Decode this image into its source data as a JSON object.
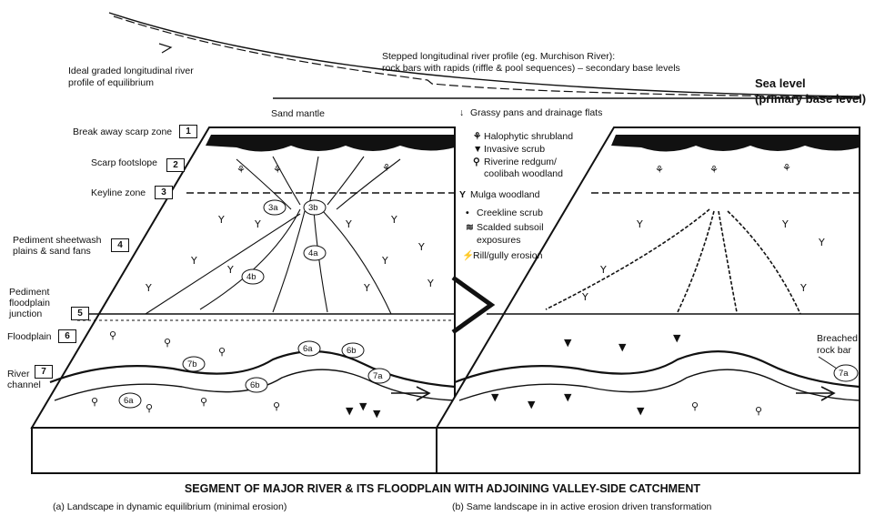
{
  "profile": {
    "stepped_label_1": "Stepped longitudinal river profile (eg. Murchison River):",
    "stepped_label_2": "rock bars with rapids (riffle & pool sequences) – secondary base levels",
    "graded_label_1": "Ideal graded longitudinal river",
    "graded_label_2": "profile of equilibrium",
    "sea_level_1": "Sea level",
    "sea_level_2": "(primary base level)"
  },
  "zones": [
    {
      "label": "Break away scarp zone",
      "num": "1"
    },
    {
      "label": "Scarp footslope",
      "num": "2"
    },
    {
      "label": "Keyline zone",
      "num": "3"
    },
    {
      "label": "Pediment sheetwash plains & sand fans",
      "num": "4"
    },
    {
      "label": "Pediment floodplain junction",
      "num": "5"
    },
    {
      "label": "Floodplain",
      "num": "6"
    },
    {
      "label": "River channel",
      "num": "7"
    }
  ],
  "sand_mantle": "Sand mantle",
  "legend": [
    {
      "sym": "↓",
      "label": "Grassy pans and drainage flats"
    },
    {
      "sym": "⚘",
      "label": "Halophytic shrubland"
    },
    {
      "sym": "▼",
      "label": "Invasive scrub"
    },
    {
      "sym": "⚲",
      "label": "Riverine redgum/"
    },
    {
      "sym": "",
      "label": "coolibah woodland"
    },
    {
      "sym": "Y",
      "label": "Mulga woodland"
    },
    {
      "sym": "•",
      "label": "Creekline scrub"
    },
    {
      "sym": "≋",
      "label": "Scalded subsoil"
    },
    {
      "sym": "",
      "label": "exposures"
    },
    {
      "sym": "⚡",
      "label": "Rill/gully erosion"
    }
  ],
  "markers_a": [
    "3a",
    "3b",
    "4a",
    "4b",
    "6a",
    "6b",
    "6a",
    "6b",
    "7a",
    "7b"
  ],
  "breached": {
    "line1": "Breached",
    "line2": "rock bar",
    "marker": "7a"
  },
  "title": "SEGMENT OF MAJOR RIVER & ITS FLOODPLAIN WITH ADJOINING VALLEY-SIDE CATCHMENT",
  "caption_a": "(a) Landscape in dynamic equilibrium (minimal erosion)",
  "caption_b": "(b) Same landscape in in active erosion driven transformation"
}
